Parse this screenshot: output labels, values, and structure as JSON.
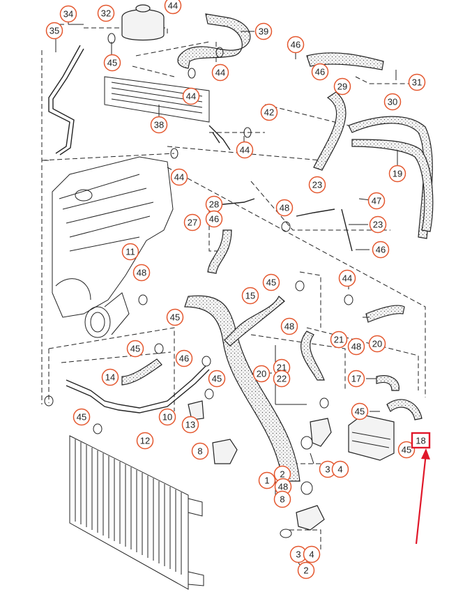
{
  "colors": {
    "callout_ring": "#e4572e",
    "line": "#222222",
    "highlight": "#e0182a",
    "dots": "#555555"
  },
  "highlight": {
    "label": "18"
  },
  "callouts": [
    "34",
    "32",
    "44",
    "35",
    "45",
    "39",
    "46",
    "44",
    "46",
    "31",
    "44",
    "29",
    "42",
    "30",
    "38",
    "44",
    "19",
    "44",
    "23",
    "47",
    "28",
    "48",
    "27",
    "46",
    "23",
    "46",
    "11",
    "48",
    "44",
    "45",
    "15",
    "48",
    "20",
    "21",
    "48",
    "45",
    "45",
    "46",
    "14",
    "20",
    "21",
    "22",
    "17",
    "45",
    "10",
    "45",
    "13",
    "45",
    "12",
    "8",
    "3",
    "4",
    "45",
    "1",
    "2",
    "48",
    "8",
    "3",
    "4",
    "2"
  ]
}
